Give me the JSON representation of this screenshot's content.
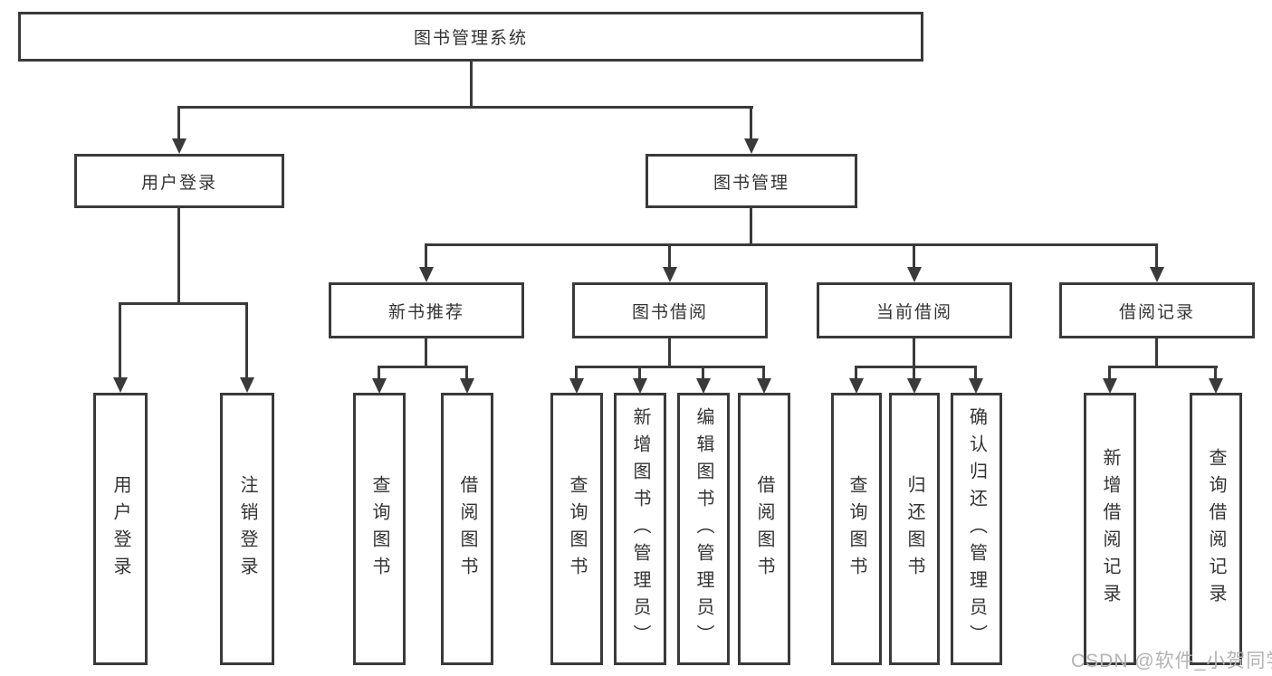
{
  "diagram": {
    "root": {
      "label": "图书管理系统"
    },
    "branches": [
      {
        "label": "用户登录",
        "children": [
          {
            "label": "用户登录"
          },
          {
            "label": "注销登录"
          }
        ]
      },
      {
        "label": "图书管理",
        "children": [
          {
            "label": "新书推荐",
            "children": [
              {
                "label": "查询图书"
              },
              {
                "label": "借阅图书"
              }
            ]
          },
          {
            "label": "图书借阅",
            "children": [
              {
                "label": "查询图书"
              },
              {
                "label": "新增图书（管理员）"
              },
              {
                "label": "编辑图书（管理员）"
              },
              {
                "label": "借阅图书"
              }
            ]
          },
          {
            "label": "当前借阅",
            "children": [
              {
                "label": "查询图书"
              },
              {
                "label": "归还图书"
              },
              {
                "label": "确认归还（管理员）"
              }
            ]
          },
          {
            "label": "借阅记录",
            "children": [
              {
                "label": "新增借阅记录"
              },
              {
                "label": "查询借阅记录"
              }
            ]
          }
        ]
      }
    ]
  },
  "watermark": {
    "text": "CSDN @软件_小贺同学"
  },
  "colors": {
    "line": "#3a3a3a",
    "text": "#333333",
    "watermark": "#b3b3b3",
    "background": "#ffffff"
  }
}
